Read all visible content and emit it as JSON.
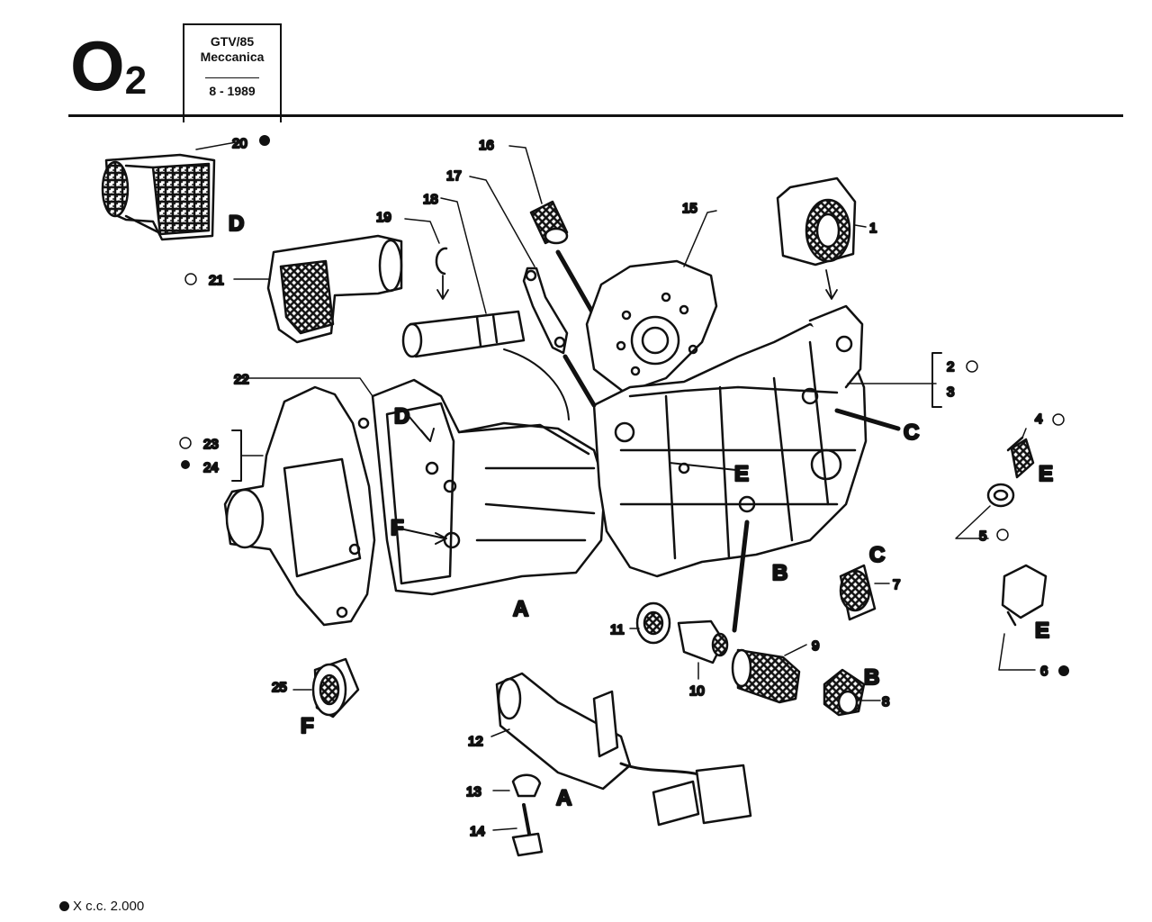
{
  "header": {
    "section_code": "O",
    "section_sub": "2",
    "model": "GTV/85",
    "category": "Meccanica",
    "date": "8 - 1989"
  },
  "callouts": {
    "n1": "1",
    "n2": "2",
    "n3": "3",
    "n4": "4",
    "n5": "5",
    "n6": "6",
    "n7": "7",
    "n8": "8",
    "n9": "9",
    "n10": "10",
    "n11": "11",
    "n12": "12",
    "n13": "13",
    "n14": "14",
    "n15": "15",
    "n16": "16",
    "n17": "17",
    "n18": "18",
    "n19": "19",
    "n20": "20",
    "n21": "21",
    "n22": "22",
    "n23": "23",
    "n24": "24",
    "n25": "25"
  },
  "view_letters": {
    "A": "A",
    "B": "B",
    "C": "C",
    "D": "D",
    "E": "E",
    "F": "F"
  },
  "legend": {
    "footnote": "X c.c. 2.000"
  }
}
